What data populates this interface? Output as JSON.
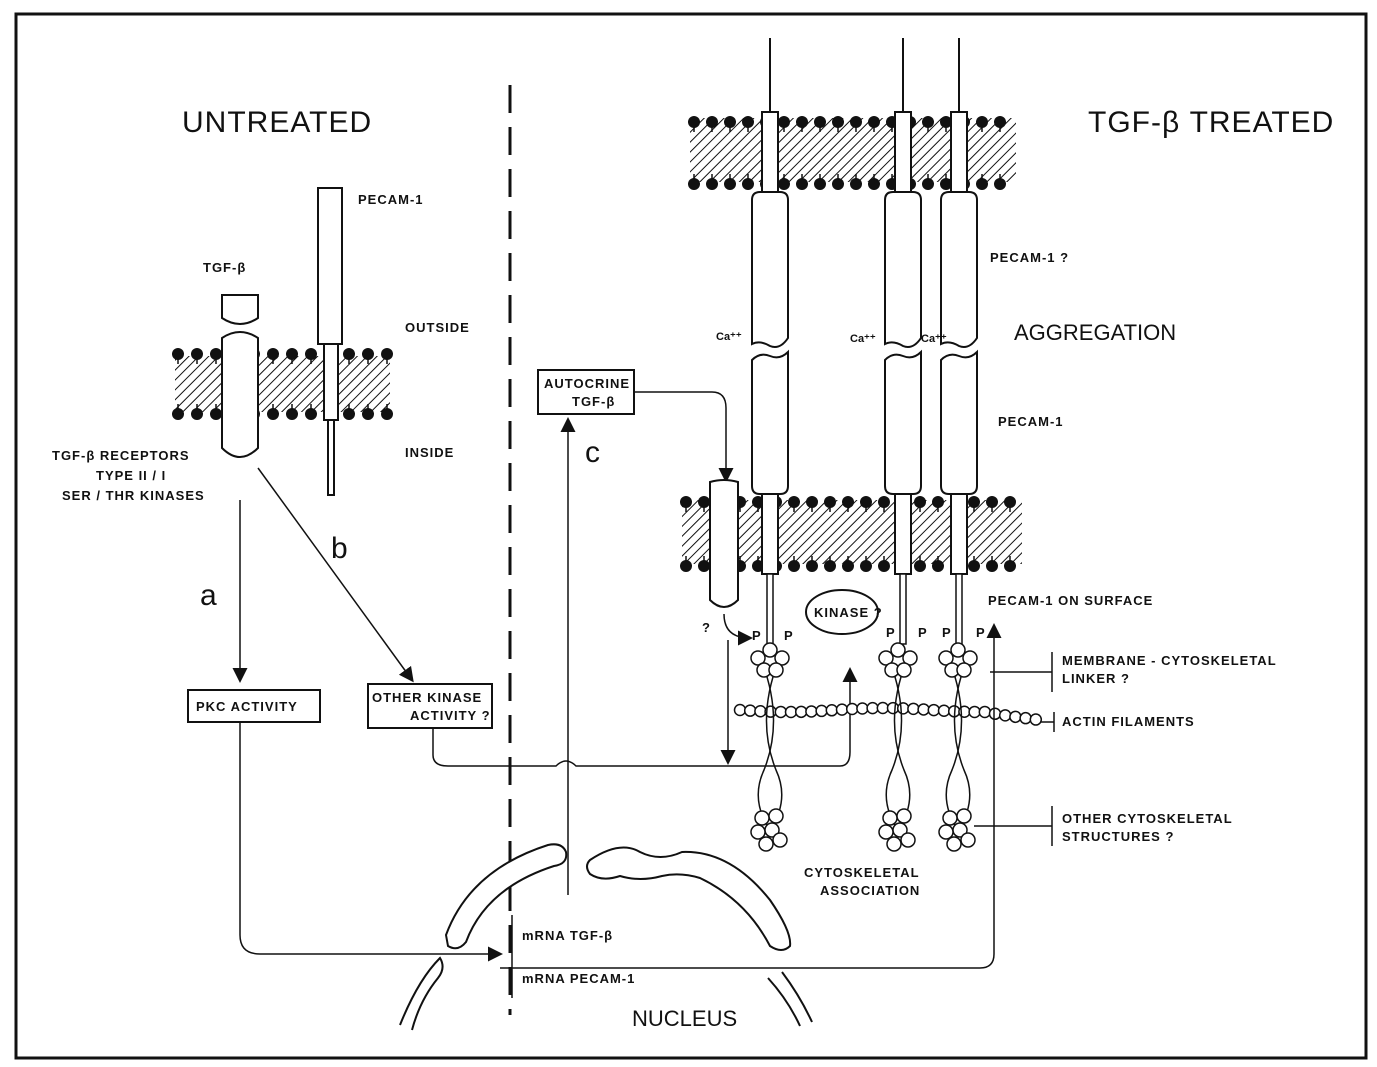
{
  "headings": {
    "untreated": "UNTREATED",
    "treated": "TGF-β TREATED",
    "aggregation": "AGGREGATION",
    "nucleus": "NUCLEUS"
  },
  "labels": {
    "tgf_beta": "TGF-β",
    "pecam_top": "PECAM-1",
    "outside": "OUTSIDE",
    "inside": "INSIDE",
    "receptors_1": "TGF-β RECEPTORS",
    "receptors_2": "TYPE II / I",
    "receptors_3": "SER / THR KINASES",
    "pkc": "PKC ACTIVITY",
    "other_kinase_1": "OTHER KINASE",
    "other_kinase_2": "ACTIVITY ?",
    "autocrine_1": "AUTOCRINE",
    "autocrine_2": "TGF-β",
    "pecam_question": "PECAM-1 ?",
    "pecam_lower": "PECAM-1",
    "pecam_surface": "PECAM-1 ON SURFACE",
    "kinase": "KINASE ?",
    "membrane_linker_1": "MEMBRANE - CYTOSKELETAL",
    "membrane_linker_2": "LINKER ?",
    "actin": "ACTIN FILAMENTS",
    "other_cyto_1": "OTHER CYTOSKELETAL",
    "other_cyto_2": "STRUCTURES ?",
    "cyto_assoc_1": "CYTOSKELETAL",
    "cyto_assoc_2": "ASSOCIATION",
    "mrna_tgf": "mRNA TGF-β",
    "mrna_pecam": "mRNA PECAM-1",
    "question": "?",
    "ca": "Ca⁺⁺",
    "p": "P"
  },
  "pathways": {
    "a": "a",
    "b": "b",
    "c": "c"
  }
}
